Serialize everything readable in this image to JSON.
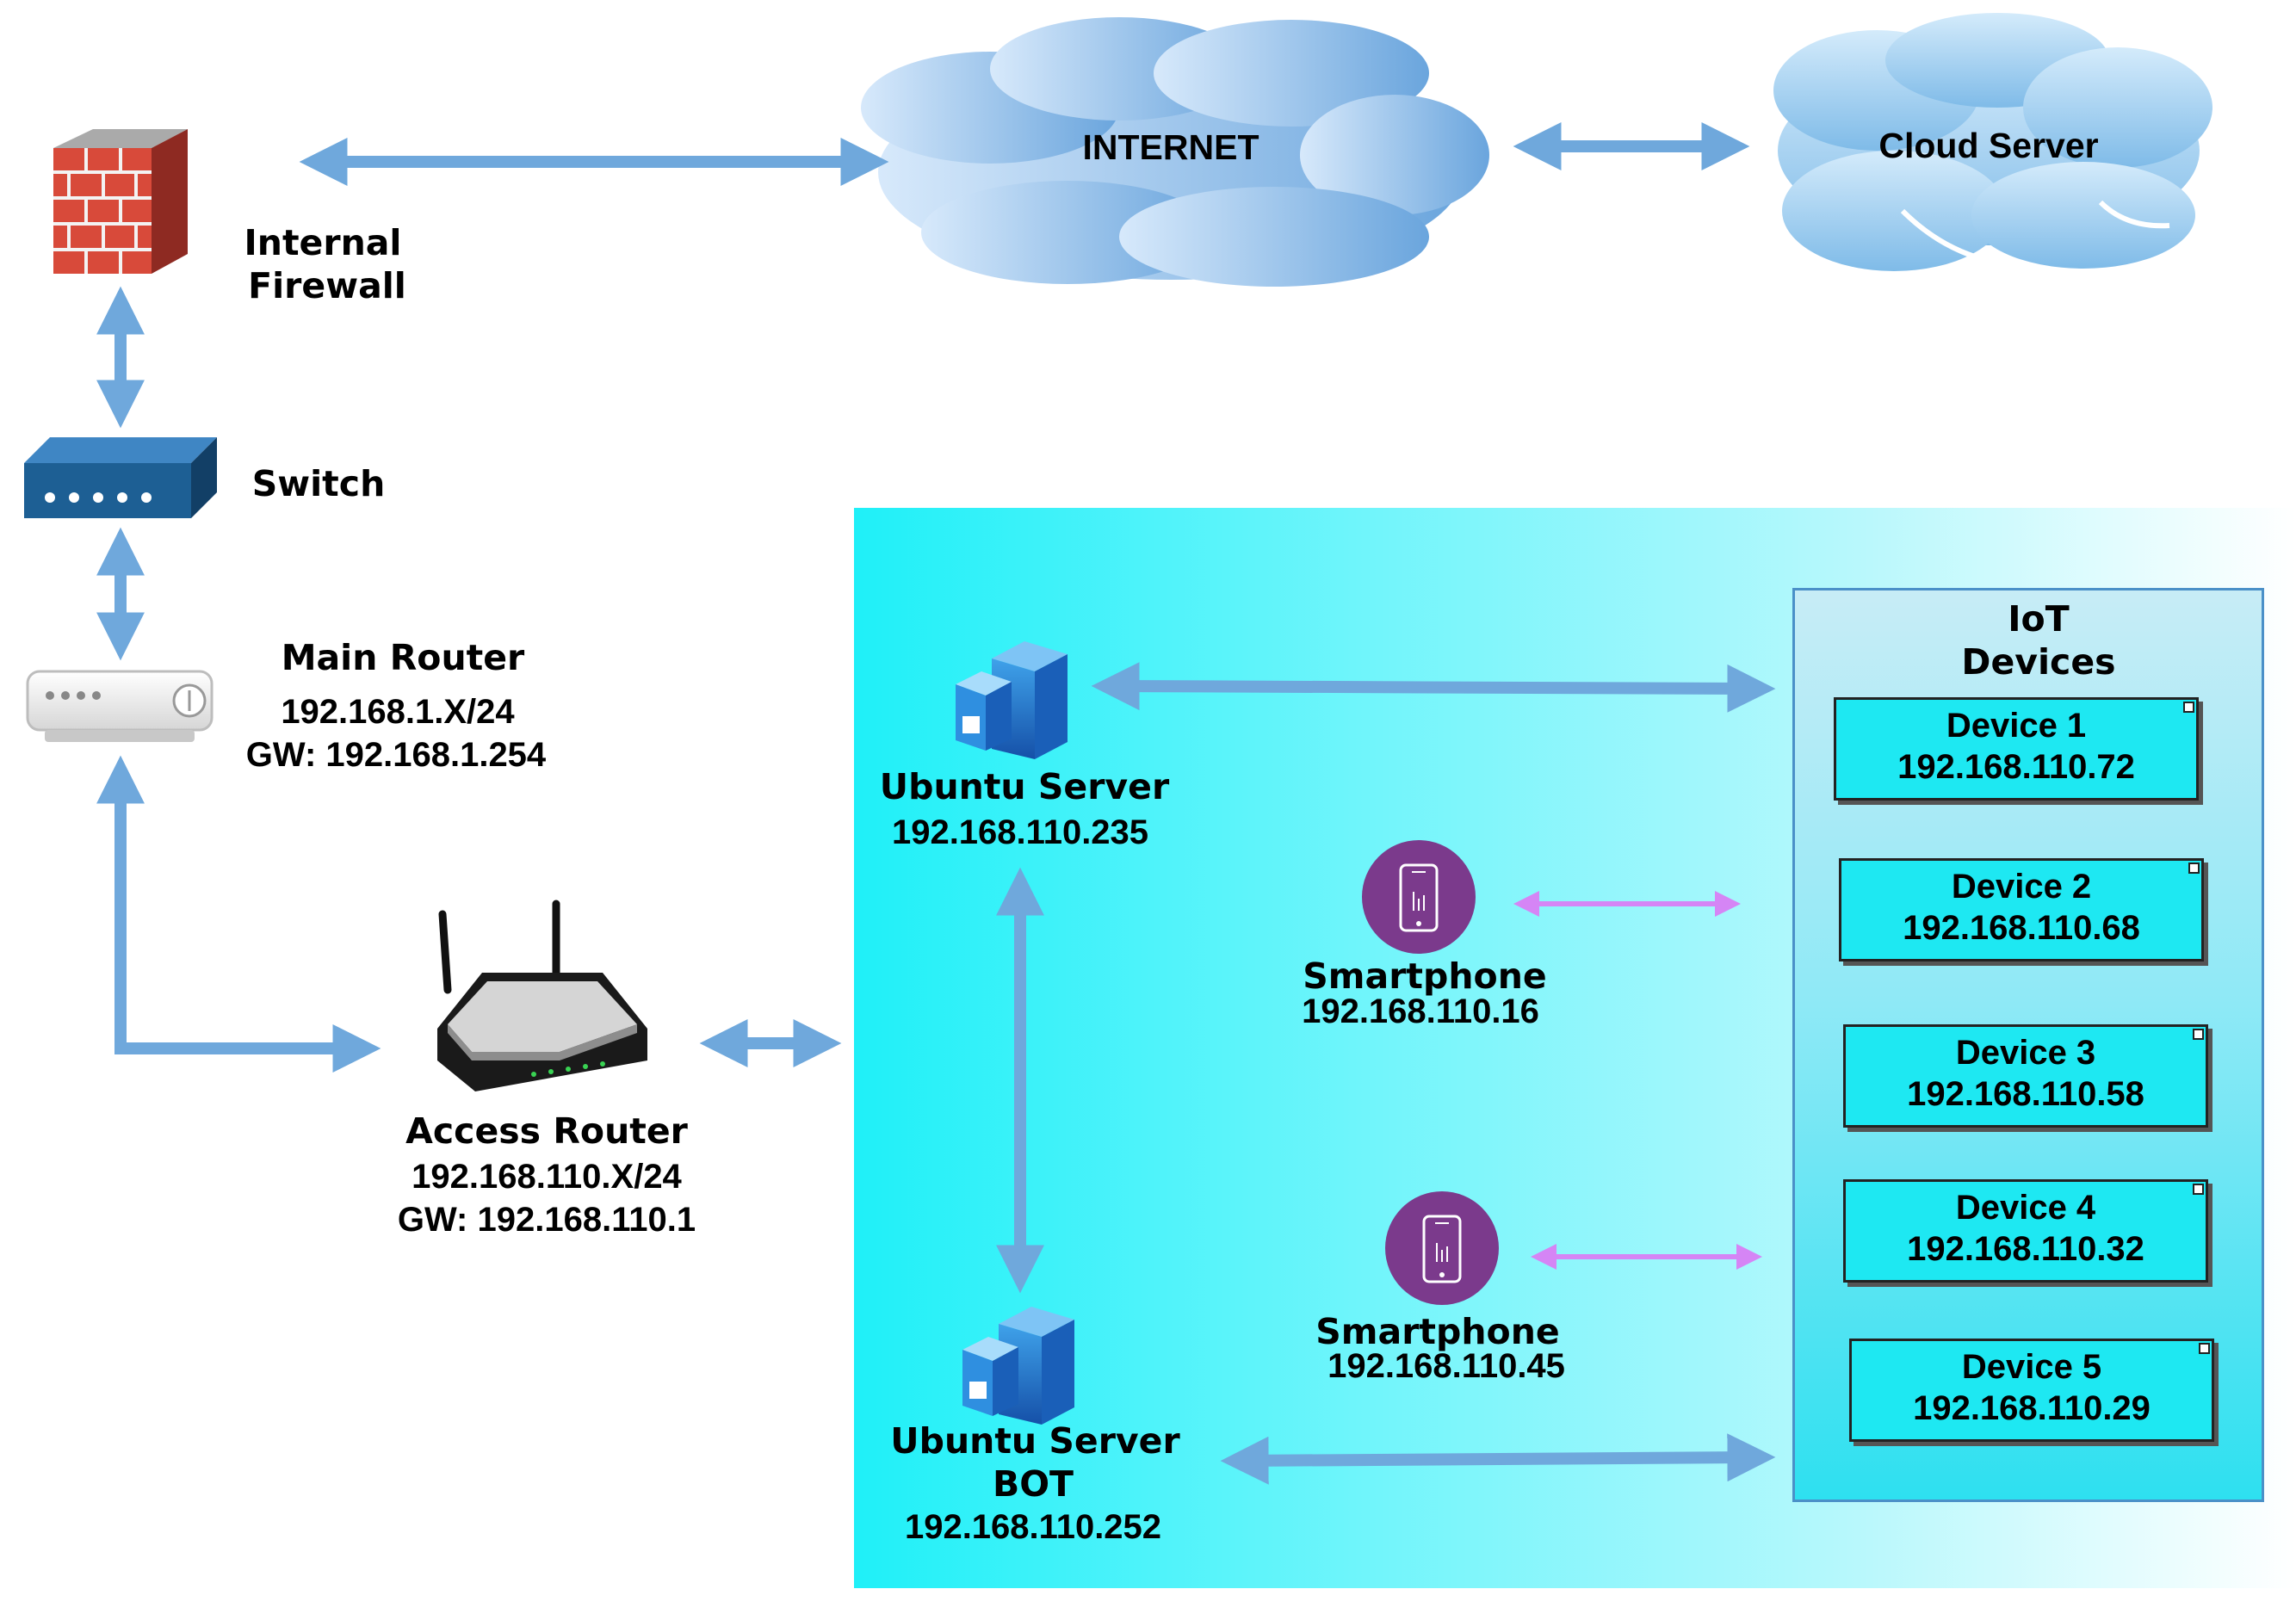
{
  "nodes": {
    "internet": {
      "label": "INTERNET"
    },
    "cloud_server": {
      "label": "Cloud Server"
    },
    "firewall": {
      "line1": "Internal",
      "line2": "Firewall"
    },
    "switch": {
      "label": "Switch"
    },
    "main_router": {
      "label": "Main Router",
      "subnet": "192.168.1.X/24",
      "gateway": "GW: 192.168.1.254"
    },
    "access_router": {
      "label": "Access Router",
      "subnet": "192.168.110.X/24",
      "gateway": "GW: 192.168.110.1"
    },
    "ubuntu_server": {
      "label": "Ubuntu Server",
      "ip": "192.168.110.235"
    },
    "ubuntu_bot": {
      "line1": "Ubuntu Server",
      "line2": "BOT",
      "ip": "192.168.110.252"
    },
    "smartphone_1": {
      "label": "Smartphone",
      "ip": "192.168.110.16"
    },
    "smartphone_2": {
      "label": "Smartphone",
      "ip": "192.168.110.45"
    }
  },
  "iot": {
    "title_line1": "IoT",
    "title_line2": "Devices",
    "devices": [
      {
        "name": "Device 1",
        "ip": "192.168.110.72"
      },
      {
        "name": "Device 2",
        "ip": "192.168.110.68"
      },
      {
        "name": "Device 3",
        "ip": "192.168.110.58"
      },
      {
        "name": "Device 4",
        "ip": "192.168.110.32"
      },
      {
        "name": "Device 5",
        "ip": "192.168.110.29"
      }
    ]
  },
  "colors": {
    "link": "#6fa8dc",
    "phone_link": "#d585f5",
    "phone_icon": "#7b3a8c",
    "firewall_brick": "#d84a3a",
    "switch_body": "#1d5f94",
    "server_blue": "#1a74d0"
  }
}
